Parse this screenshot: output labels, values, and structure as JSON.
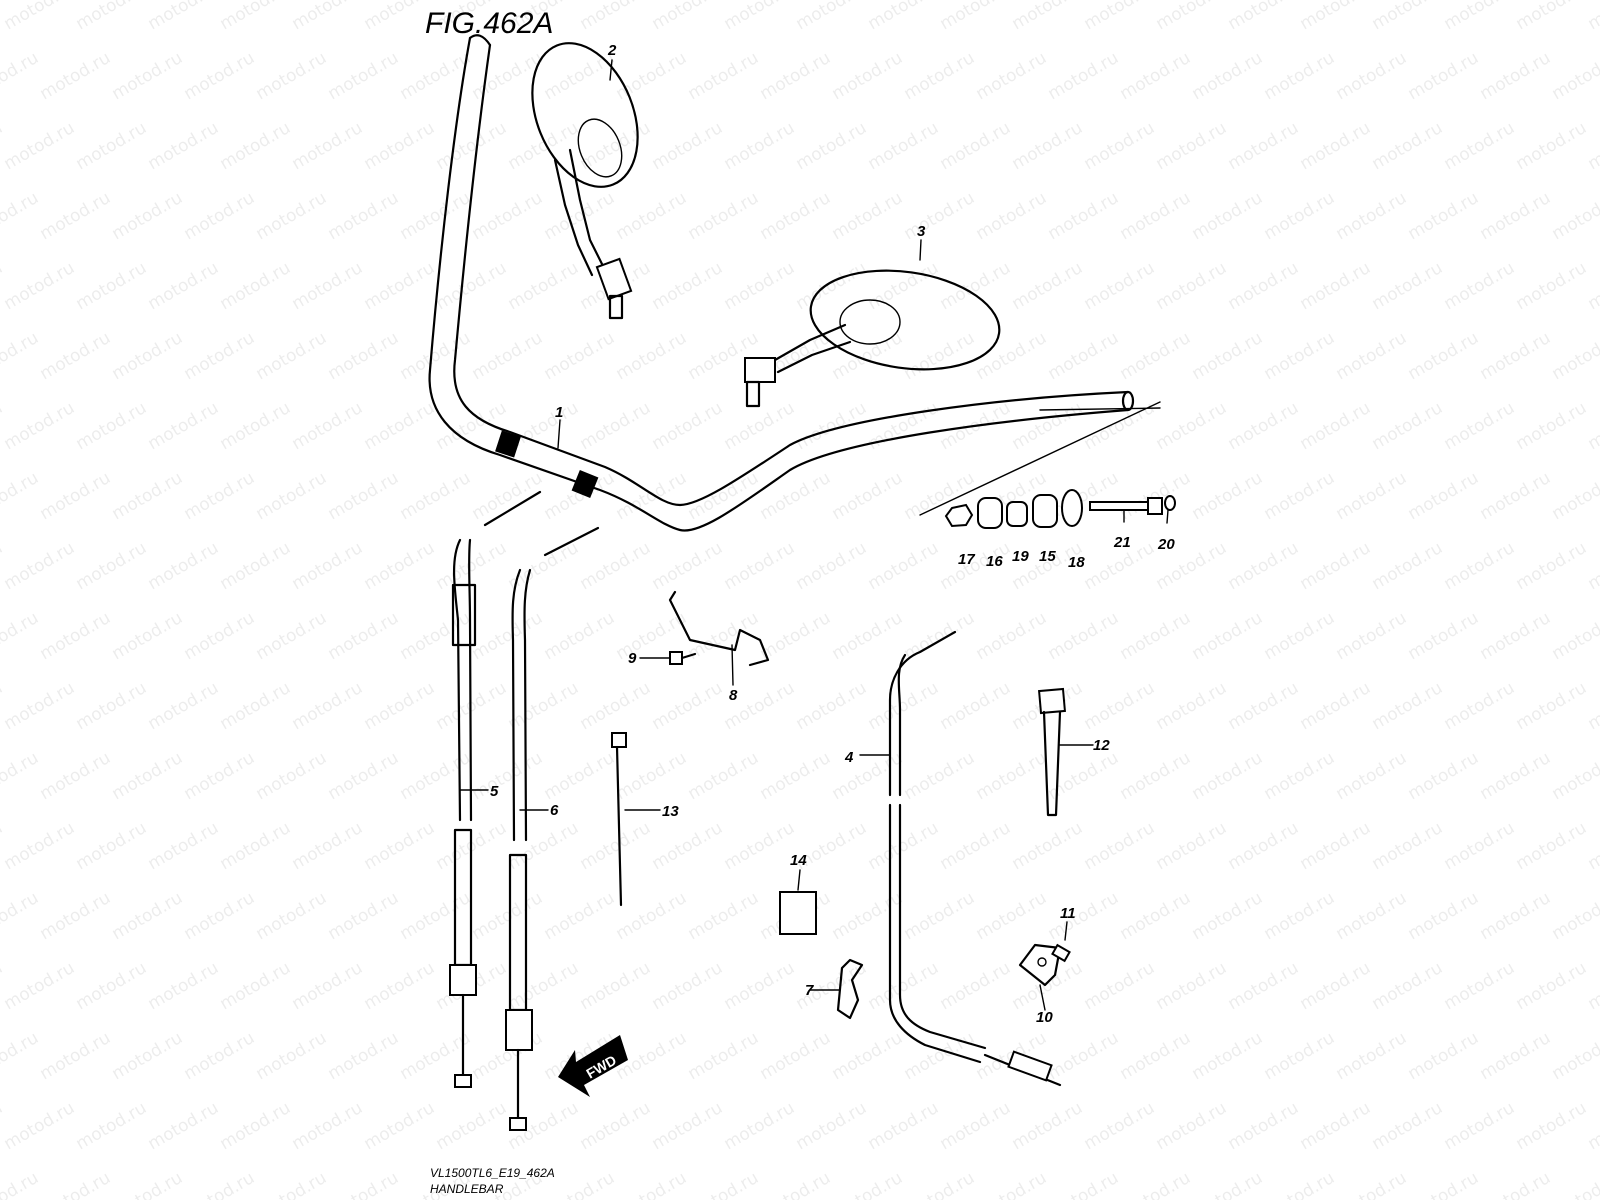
{
  "figure": {
    "title": "FIG.462A",
    "model_code": "VL1500TL6_E19_462A",
    "section": "HANDLEBAR",
    "fwd_label": "FWD"
  },
  "watermark": {
    "text": "motod.ru"
  },
  "callouts": {
    "c1": "1",
    "c2": "2",
    "c3": "3",
    "c4": "4",
    "c5": "5",
    "c6": "6",
    "c7": "7",
    "c8": "8",
    "c9": "9",
    "c10": "10",
    "c11": "11",
    "c12": "12",
    "c13": "13",
    "c14": "14",
    "c15": "15",
    "c16": "16",
    "c17": "17",
    "c18": "18",
    "c19": "19",
    "c20": "20",
    "c21": "21"
  }
}
